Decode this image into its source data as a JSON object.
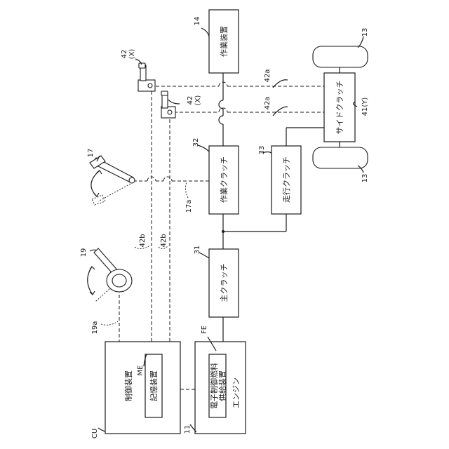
{
  "blocks": {
    "work_device": "作業装置",
    "side_clutch": "サイドクラッチ",
    "work_clutch": "作業クラッチ",
    "travel_clutch": "走行クラッチ",
    "main_clutch": "主クラッチ",
    "engine": "エンジン",
    "fuel_supply_line1": "電子制御燃料",
    "fuel_supply_line2": "供給装置",
    "controller": "制御装置",
    "memory": "記憶装置"
  },
  "refs": {
    "r14": "14",
    "r13_top": "13",
    "r13_bottom": "13",
    "r42_top": "42",
    "r42_top_x": "(X)",
    "r42_mid": "42",
    "r42_mid_x": "(X)",
    "r42a_top": "42a",
    "r42a_mid": "42a",
    "r41": "41(Y)",
    "r17": "17",
    "r17a": "17a",
    "r32": "32",
    "r33": "33",
    "r31": "31",
    "r19": "19",
    "r19a": "19a",
    "r42b_left": "42b",
    "r42b_right": "42b",
    "fe": "FE",
    "me": "ME",
    "r11": "11",
    "cu": "CU"
  }
}
